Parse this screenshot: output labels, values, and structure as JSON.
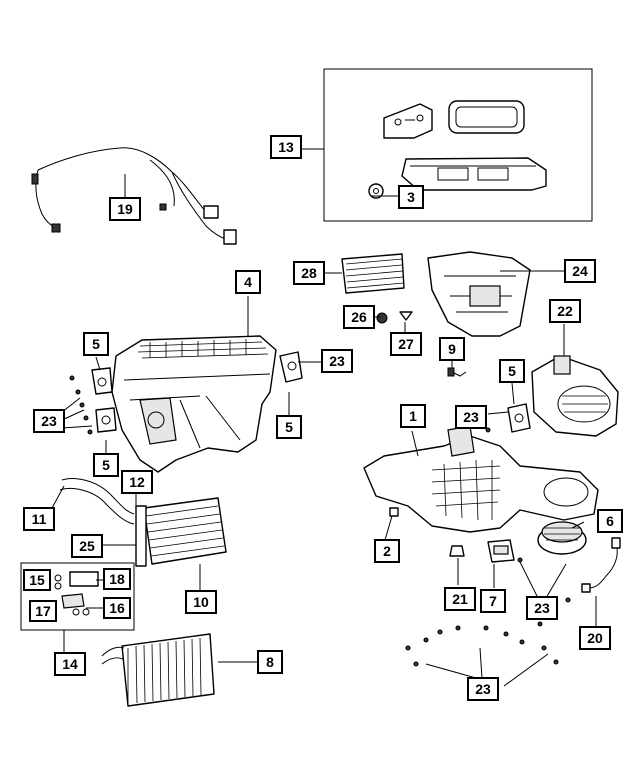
{
  "callouts": {
    "c1": "1",
    "c2": "2",
    "c3": "3",
    "c4": "4",
    "c5a": "5",
    "c5b": "5",
    "c5c": "5",
    "c5d": "5",
    "c6": "6",
    "c7": "7",
    "c8": "8",
    "c9": "9",
    "c10": "10",
    "c11": "11",
    "c12": "12",
    "c13": "13",
    "c14": "14",
    "c15": "15",
    "c16": "16",
    "c17": "17",
    "c18": "18",
    "c19": "19",
    "c20": "20",
    "c21": "21",
    "c22": "22",
    "c23a": "23",
    "c23b": "23",
    "c23c": "23",
    "c23d": "23",
    "c23e": "23",
    "c24": "24",
    "c25": "25",
    "c26": "26",
    "c27": "27",
    "c28": "28"
  }
}
